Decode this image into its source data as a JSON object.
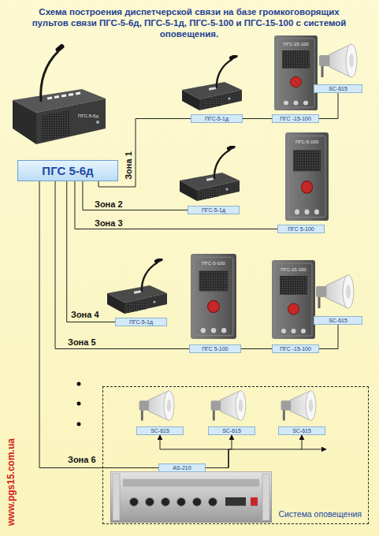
{
  "diagram": {
    "title": "Схема построения диспетчерской связи на базе громкоговорящих пультов связи ПГС-5-6д, ПГС-5-1д, ПГС-5-100 и ПГС-15-100 с системой оповещения.",
    "nodes": [
      {
        "text": [
          "ПГС 5-6д"
        ]
      },
      {
        "text": [
          "ПГС-5-1д"
        ]
      },
      {
        "text": [
          "ПГС -15-100"
        ]
      },
      {
        "text": [
          "SC-615"
        ]
      },
      {
        "text": [
          "ПГС-5-1д"
        ]
      },
      {
        "text": [
          "ПГС 5-100"
        ]
      },
      {
        "text": [
          "ПГС-5-1д"
        ]
      },
      {
        "text": [
          "ПГС 5-100"
        ]
      },
      {
        "text": [
          "ПГС -15-100"
        ]
      },
      {
        "text": [
          "SC-615"
        ]
      },
      {
        "text": [
          "Система оповещения"
        ]
      },
      {
        "text": [
          "SC-615"
        ],
        "in": 10
      },
      {
        "text": [
          "SC-615"
        ],
        "in": 10
      },
      {
        "text": [
          "SC-615"
        ],
        "in": 10
      },
      {
        "text": [
          "AS-210"
        ],
        "in": 10
      }
    ],
    "edges": [
      {
        "from": 0,
        "to": 1,
        "arrow": "none",
        "label": "Зона 1"
      },
      {
        "from": 1,
        "to": 2,
        "arrow": "none"
      },
      {
        "from": 2,
        "to": 3,
        "arrow": "none"
      },
      {
        "from": 0,
        "to": 4,
        "arrow": "none",
        "label": "Зона 2"
      },
      {
        "from": 0,
        "to": 5,
        "arrow": "none",
        "label": "Зона 3"
      },
      {
        "from": 0,
        "to": 6,
        "arrow": "none",
        "label": "Зона 4"
      },
      {
        "from": 0,
        "to": 7,
        "arrow": "none",
        "label": "Зона 5"
      },
      {
        "from": 7,
        "to": 8,
        "arrow": "none"
      },
      {
        "from": 8,
        "to": 9,
        "arrow": "none"
      },
      {
        "from": 0,
        "to": 14,
        "arrow": "none",
        "label": "Зона 6"
      },
      {
        "from": 14,
        "to": 11,
        "arrow": "to"
      },
      {
        "from": 14,
        "to": 12,
        "arrow": "to"
      },
      {
        "from": 14,
        "to": 13,
        "arrow": "to"
      }
    ],
    "labels": [
      "www.pgs15.com.ua",
      "ПГС-5-6д",
      "ПГС-15-100",
      "ПГС-5-100",
      "ПГС-5-100",
      "ПГС-15-100"
    ]
  }
}
